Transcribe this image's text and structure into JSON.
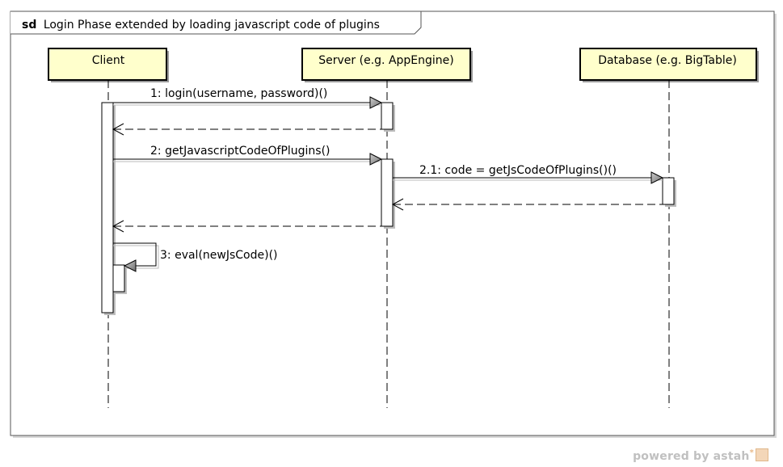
{
  "frame": {
    "keyword": "sd",
    "title": "Login Phase extended by loading javascript code of plugins"
  },
  "lifelines": {
    "client": "Client",
    "server": "Server (e.g. AppEngine)",
    "database": "Database (e.g. BigTable)"
  },
  "messages": {
    "m1": "1: login(username, password)()",
    "m2": "2: getJavascriptCodeOfPlugins()",
    "m21": "2.1: code = getJsCodeOfPlugins()()",
    "m3": "3: eval(newJsCode)()"
  },
  "watermark": {
    "text": "powered by astah",
    "star": "*"
  },
  "colors": {
    "lifeline_head": "#ffffcc",
    "shadow": "#9a9a9a",
    "arrowhead": "#777777"
  }
}
